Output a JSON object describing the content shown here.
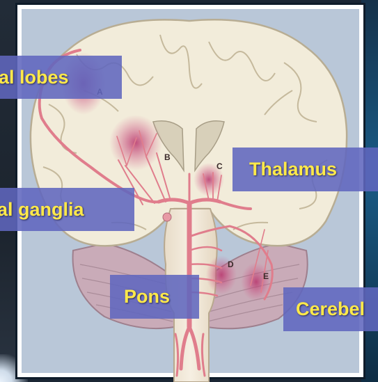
{
  "labels": {
    "frontal_lobes": "al lobes",
    "thalamus": "Thalamus",
    "basal_ganglia": "al ganglia",
    "pons": "Pons",
    "cerebellum": "Cerebel"
  },
  "markers": {
    "a": "A",
    "b": "B",
    "c": "C",
    "d": "D",
    "e": "E"
  },
  "colors": {
    "label_fill": "#6066be",
    "label_text": "#ffe94a",
    "artery": "#e58a95",
    "lesion": "#c2507c",
    "brain": "#f3eedc",
    "cerebellum": "#c7a9b6"
  }
}
